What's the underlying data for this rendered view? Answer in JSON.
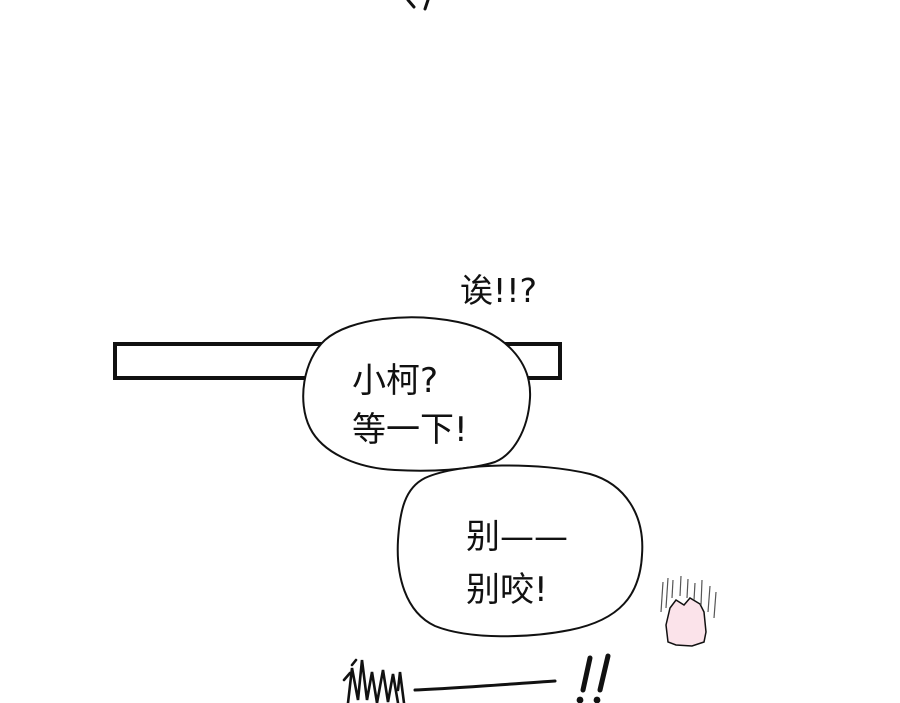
{
  "exclamation": "诶!!?",
  "bubble_top": {
    "line1": "小柯?",
    "line2": "等一下!"
  },
  "bubble_bottom": {
    "line1": "别——",
    "line2": "别咬!"
  },
  "sfx_bang": "!!",
  "colors": {
    "ink": "#111111",
    "paper": "#ffffff",
    "pink": "#fbe3ea"
  }
}
